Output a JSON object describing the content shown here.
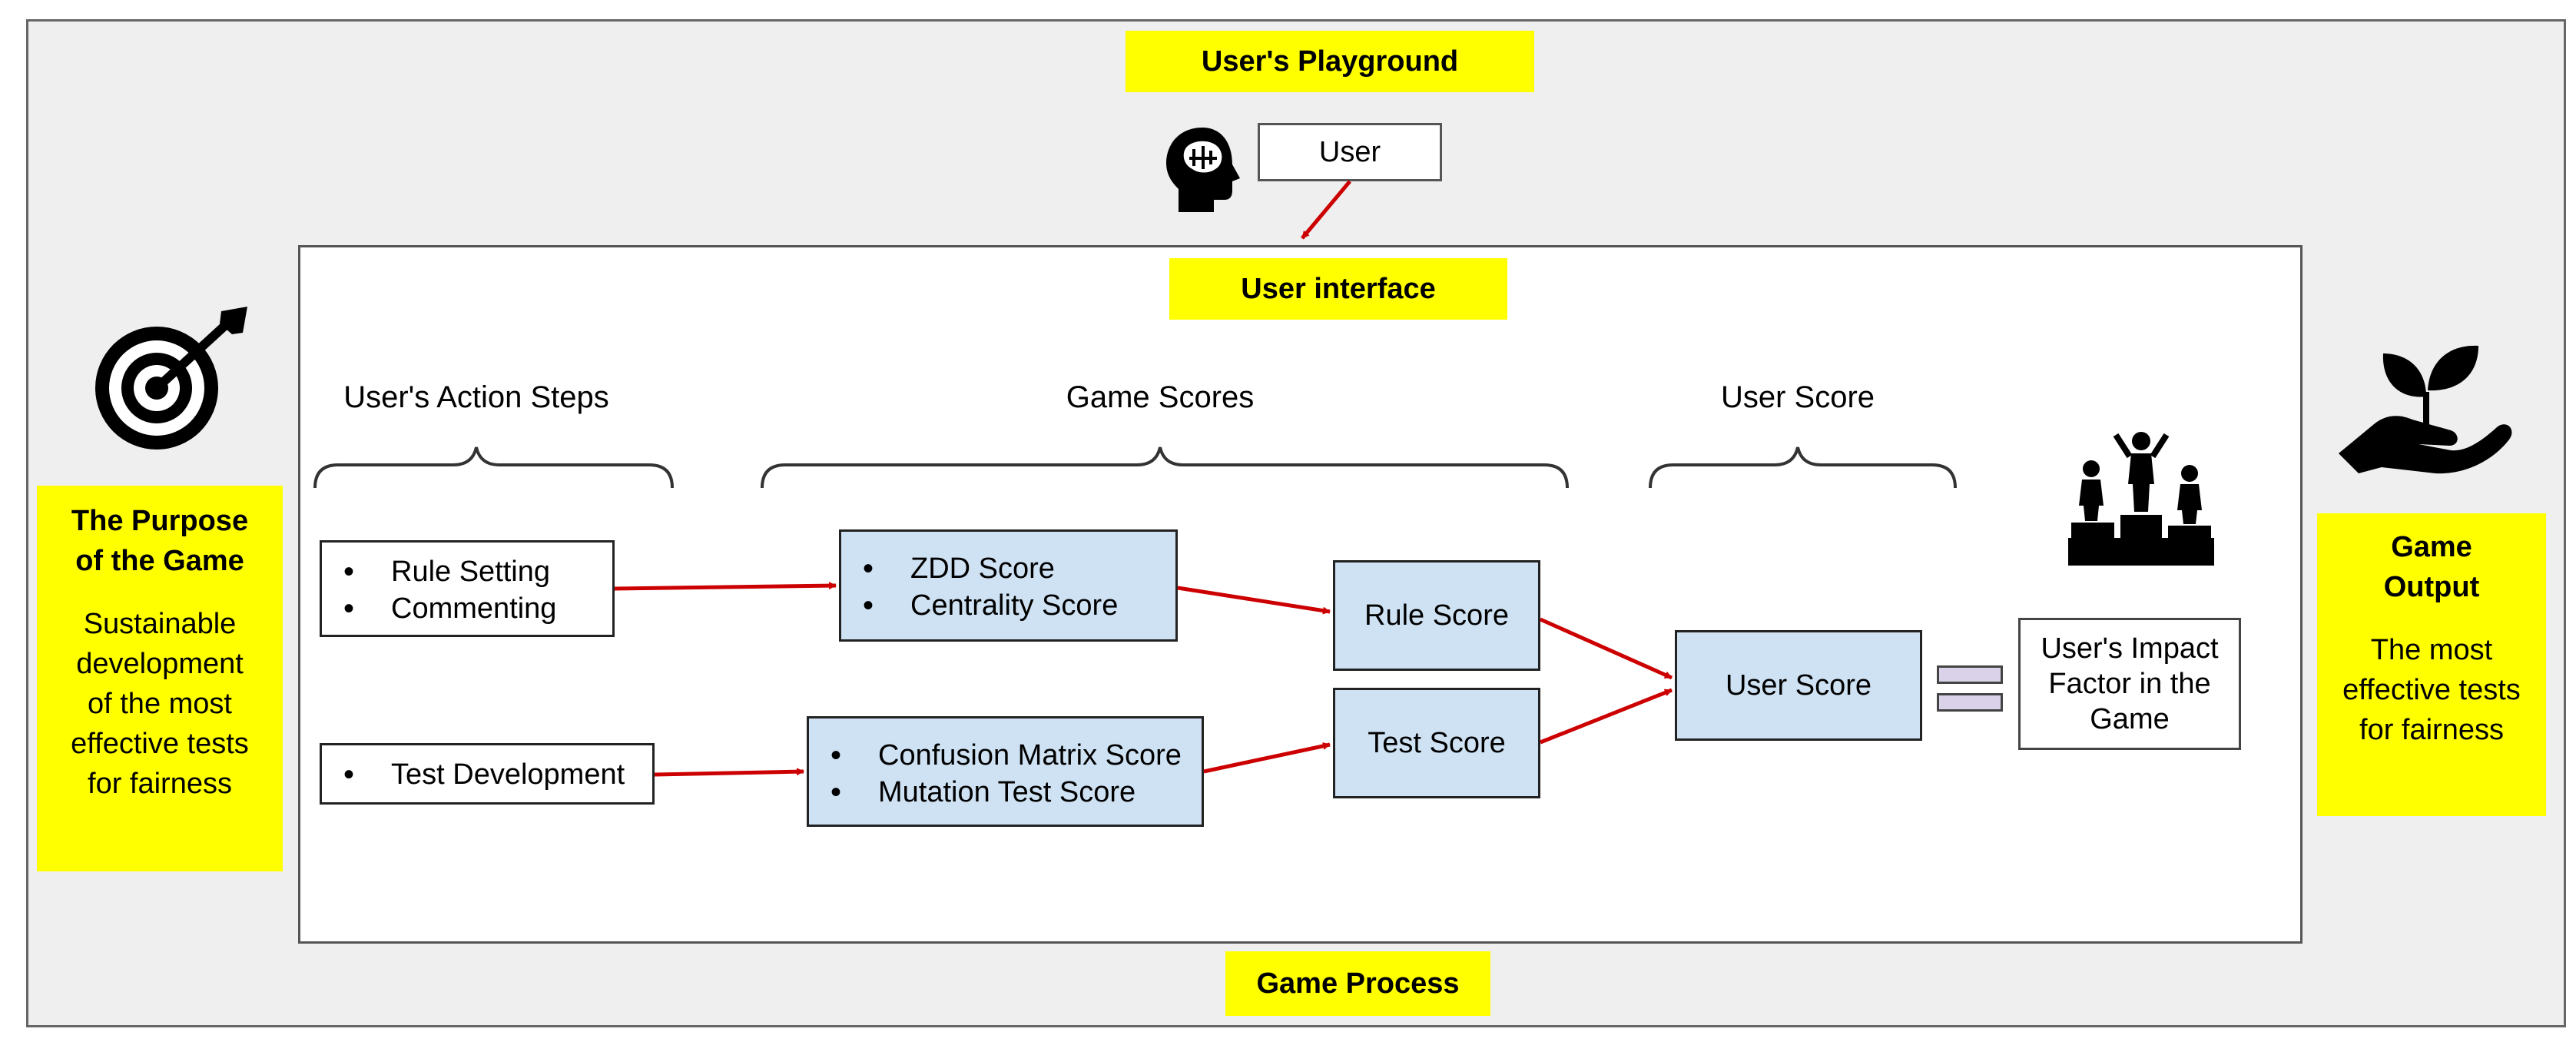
{
  "playground": {
    "title": "User's Playground",
    "user_label": "User",
    "icon": "head-brain-icon"
  },
  "interface": {
    "title": "User interface"
  },
  "footer": {
    "title": "Game Process"
  },
  "purpose": {
    "icon": "target-icon",
    "title_line1": "The Purpose",
    "title_line2": "of the Game",
    "text": [
      "Sustainable",
      "development",
      "of the most",
      "effective tests",
      "for fairness"
    ]
  },
  "output": {
    "icon": "plant-in-hand-icon",
    "title_line1": "Game",
    "title_line2": "Output",
    "text": [
      "The most",
      "effective tests",
      "for fairness"
    ]
  },
  "groups": {
    "actions": "User's Action Steps",
    "game_scores": "Game Scores",
    "user_score": "User Score"
  },
  "actions": {
    "box1": [
      "Rule Setting",
      "Commenting"
    ],
    "box2": [
      "Test Development"
    ]
  },
  "scores": {
    "box1": [
      "ZDD Score",
      "Centrality Score"
    ],
    "box2": [
      "Confusion Matrix Score",
      "Mutation Test Score"
    ],
    "rule_score": "Rule Score",
    "test_score": "Test Score"
  },
  "user_score_box": "User Score",
  "impact": {
    "line1": "User's Impact",
    "line2": "Factor in the",
    "line3": "Game",
    "icon": "podium-icon"
  },
  "colors": {
    "highlight": "#ffff00",
    "score_box": "#cfe2f3",
    "arrow": "#cc0000",
    "equals": "#d9d2e9"
  }
}
